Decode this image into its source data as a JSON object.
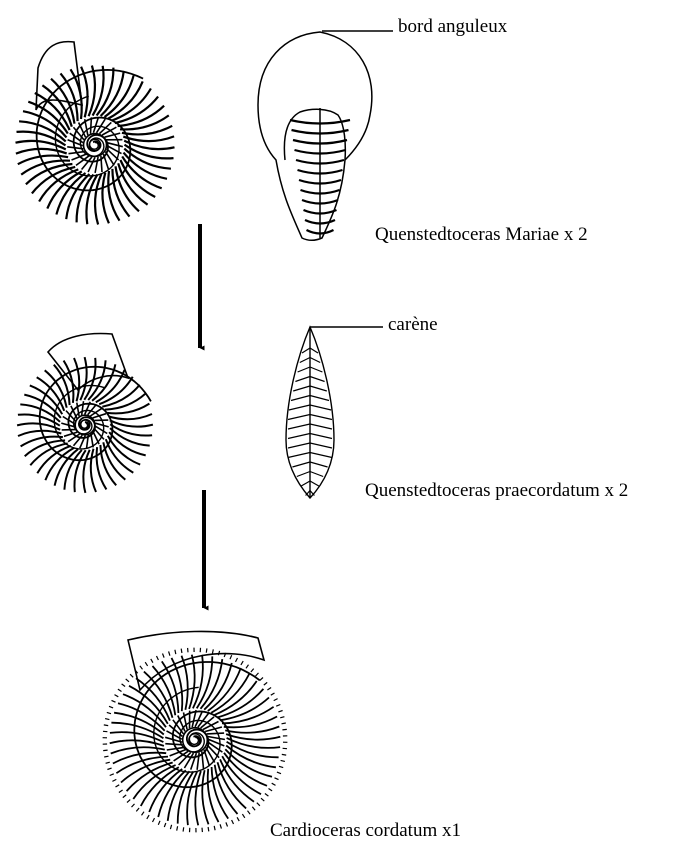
{
  "labels": {
    "bord_anguleux": "bord anguleux",
    "carene": "carène",
    "mariae": "Quenstedtoceras Mariae x 2",
    "praecordatum": "Quenstedtoceras praecordatum x 2",
    "cordatum": "Cardioceras cordatum x1"
  },
  "colors": {
    "ink": "#000000",
    "paper": "#ffffff"
  }
}
